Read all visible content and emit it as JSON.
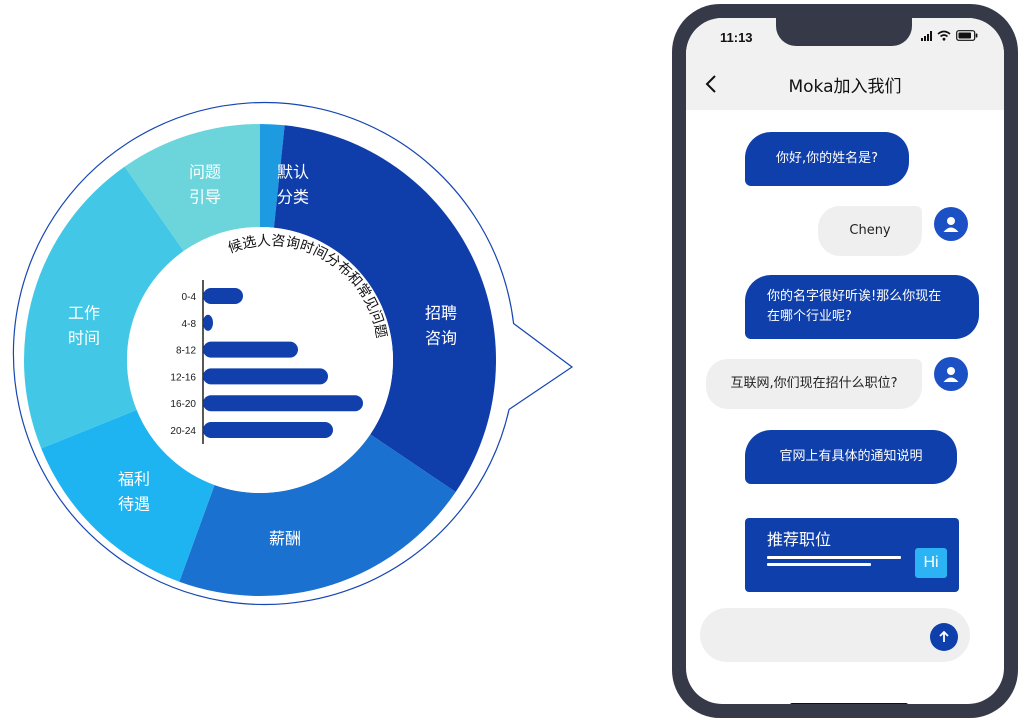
{
  "infographic": {
    "segments": [
      {
        "label_lines": [
          "默认",
          "分类"
        ],
        "color": "#1e9be0"
      },
      {
        "label_lines": [
          "招聘",
          "咨询"
        ],
        "color": "#0f3eab"
      },
      {
        "label_lines": [
          "薪酬"
        ],
        "color": "#1a71cf"
      },
      {
        "label_lines": [
          "福利",
          "待遇"
        ],
        "color": "#1eb4f2"
      },
      {
        "label_lines": [
          "工作",
          "时间"
        ],
        "color": "#42c8e6"
      },
      {
        "label_lines": [
          "问题",
          "引导"
        ],
        "color": "#6cd5dc"
      }
    ],
    "center_title": "候选人咨询时间分布和常见问题",
    "bar_color": "#1140ad"
  },
  "chart_data": {
    "type": "bar",
    "orientation": "horizontal",
    "title": "候选人咨询时间分布和常见问题",
    "categories": [
      "0-4",
      "4-8",
      "8-12",
      "12-16",
      "16-20",
      "20-24"
    ],
    "values": [
      4,
      1,
      9.5,
      12.5,
      16,
      13
    ],
    "xlim": [
      0,
      17
    ]
  },
  "phone": {
    "status": {
      "time": "11:13"
    },
    "nav": {
      "title": "Moka加入我们"
    },
    "messages": [
      {
        "role": "bot",
        "lines": [
          "你好,你的姓名是?"
        ]
      },
      {
        "role": "user",
        "lines": [
          "Cheny"
        ]
      },
      {
        "role": "bot",
        "lines": [
          "你的名字很好听诶!那么你现在",
          "在哪个行业呢?"
        ]
      },
      {
        "role": "user",
        "lines": [
          "互联网,你们现在招什么职位?"
        ]
      },
      {
        "role": "bot",
        "lines": [
          "官网上有具体的通知说明"
        ]
      }
    ],
    "card": {
      "title": "推荐职位",
      "badge": "Hi"
    },
    "icons": {
      "back": "chevron-left-icon",
      "avatar": "user-icon",
      "send": "arrow-up-icon",
      "wifi": "wifi-icon",
      "battery": "battery-icon",
      "signal": "signal-icon"
    },
    "colors": {
      "primary": "#0f3faa",
      "bubble_user": "#efefef",
      "frame": "#363a48"
    }
  }
}
